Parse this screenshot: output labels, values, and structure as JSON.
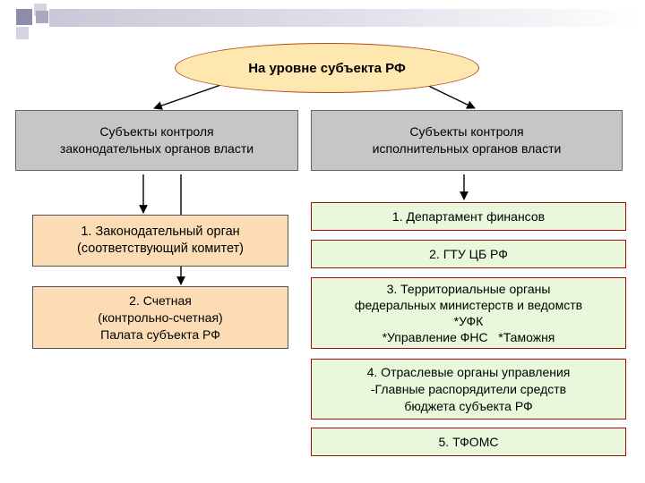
{
  "header": "На уровне субъекта РФ",
  "legislative": {
    "title_lines": [
      "Субъекты контроля",
      "законодательных органов власти"
    ],
    "items": [
      {
        "lines": [
          "1. Законодательный орган",
          "(соответствующий комитет)"
        ]
      },
      {
        "lines": [
          "2. Счетная",
          "(контрольно-счетная)",
          "Палата субъекта РФ"
        ]
      }
    ]
  },
  "executive": {
    "title_lines": [
      "Субъекты контроля",
      "исполнительных органов власти"
    ],
    "items": [
      {
        "lines": [
          "1. Департамент финансов"
        ]
      },
      {
        "lines": [
          "2. ГТУ ЦБ РФ"
        ]
      },
      {
        "lines": [
          "3. Территориальные органы",
          "федеральных министерств и ведомств",
          "*УФК",
          "*Управление ФНС   *Таможня"
        ]
      },
      {
        "lines": [
          "4. Отраслевые органы управления",
          "-Главные распорядители средств",
          "бюджета субъекта РФ"
        ]
      },
      {
        "lines": [
          "5. ТФОМС"
        ]
      }
    ]
  },
  "colors": {
    "ellipse_fill": "#ffe7b0",
    "title_box_fill": "#c6c6c6",
    "legislative_item_fill": "#fcdcb4",
    "executive_item_fill": "#e9f7da",
    "executive_item_border": "#a01010"
  }
}
